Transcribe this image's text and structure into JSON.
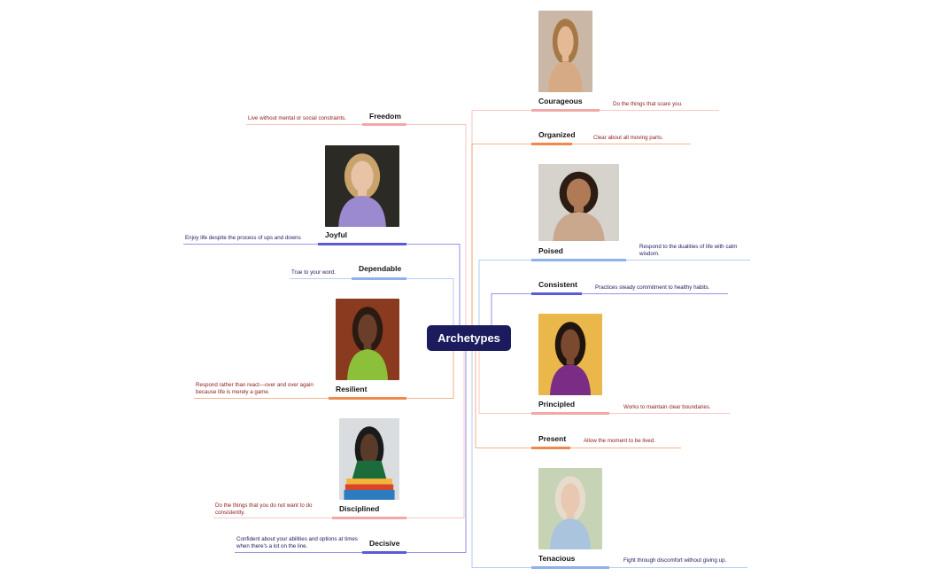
{
  "central_topic": "Archetypes",
  "colors": {
    "navy": "#1b1b5e",
    "salmon": "#f4a7a7",
    "orange": "#ef8a4c",
    "blue": "#5b5bd6",
    "lightblue": "#8fb1ec"
  },
  "left_branches": [
    {
      "id": "freedom",
      "label": "Freedom",
      "note": "Live without mental or social constraints.",
      "color": "salmon",
      "note_color": "#8b1b1b",
      "has_photo": false
    },
    {
      "id": "joyful",
      "label": "Joyful",
      "note": "Enjoy life despite the process of ups and downs",
      "color": "blue",
      "note_color": "#1b1b5e",
      "has_photo": true,
      "photo_icon": "portrait-photo-icon"
    },
    {
      "id": "dependable",
      "label": "Dependable",
      "note": "True to your word.",
      "color": "lightblue",
      "note_color": "#1b1b5e",
      "has_photo": false
    },
    {
      "id": "resilient",
      "label": "Resilient",
      "note": "Respond rather than react—over and over again because life is merely a game.",
      "color": "orange",
      "note_color": "#8b1b1b",
      "has_photo": true,
      "photo_icon": "portrait-photo-icon"
    },
    {
      "id": "disciplined",
      "label": "Disciplined",
      "note": "Do the things that you do not want to do consistently.",
      "color": "salmon",
      "note_color": "#8b1b1b",
      "has_photo": true,
      "photo_icon": "portrait-photo-icon"
    },
    {
      "id": "decisive",
      "label": "Decisive",
      "note": "Confident about your abilities and options at times when there's a lot on the line.",
      "color": "blue",
      "note_color": "#1b1b5e",
      "has_photo": false
    }
  ],
  "right_branches": [
    {
      "id": "courageous",
      "label": "Courageous",
      "note": "Do the things that scare you.",
      "color": "salmon",
      "note_color": "#8b1b1b",
      "has_photo": true,
      "photo_icon": "portrait-photo-icon"
    },
    {
      "id": "organized",
      "label": "Organized",
      "note": "Clear about all moving parts.",
      "color": "orange",
      "note_color": "#8b1b1b",
      "has_photo": false
    },
    {
      "id": "poised",
      "label": "Poised",
      "note": "Respond to the dualities of life with calm wisdom.",
      "color": "lightblue",
      "note_color": "#1b1b5e",
      "has_photo": true,
      "photo_icon": "portrait-photo-icon"
    },
    {
      "id": "consistent",
      "label": "Consistent",
      "note": "Practices steady commitment to healthy habits.",
      "color": "blue",
      "note_color": "#1b1b5e",
      "has_photo": false
    },
    {
      "id": "principled",
      "label": "Principled",
      "note": "Works to maintain clear boundaries.",
      "color": "salmon",
      "note_color": "#8b1b1b",
      "has_photo": true,
      "photo_icon": "portrait-photo-icon"
    },
    {
      "id": "present",
      "label": "Present",
      "note": "Allow the moment to be lived.",
      "color": "orange",
      "note_color": "#8b1b1b",
      "has_photo": false
    },
    {
      "id": "tenacious",
      "label": "Tenacious",
      "note": "Fight through discomfort without giving up.",
      "color": "lightblue",
      "note_color": "#1b1b5e",
      "has_photo": true,
      "photo_icon": "portrait-photo-icon"
    }
  ]
}
